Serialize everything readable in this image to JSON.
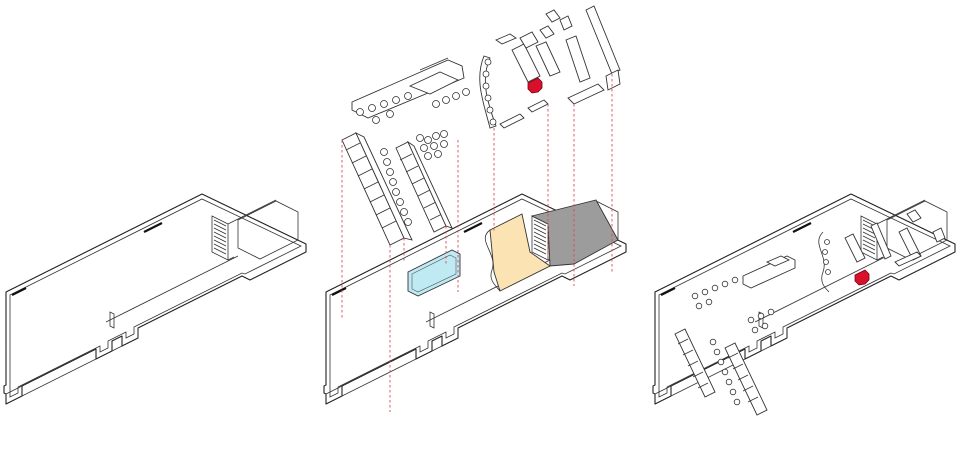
{
  "diagram": {
    "panels": [
      {
        "id": "empty-plan",
        "state": "empty"
      },
      {
        "id": "exploded-plan",
        "state": "zones-with-exploded-furniture"
      },
      {
        "id": "furnished-plan",
        "state": "furnished"
      }
    ],
    "colors": {
      "pool": "#bfeaf3",
      "sand-zone": "#fbe3b3",
      "grey-zone": "#9c9c9c",
      "highlight": "#d9102c",
      "guide-lines": "#d94a5a",
      "linework": "#222222"
    },
    "icons": [
      "red-tree-icon"
    ]
  }
}
